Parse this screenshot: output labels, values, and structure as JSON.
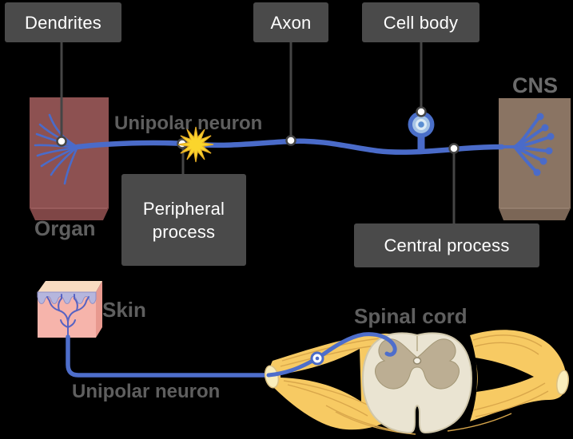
{
  "callouts": {
    "dendrites": "Dendrites",
    "axon": "Axon",
    "cell_body": "Cell body",
    "peripheral_process": "Peripheral process",
    "central_process": "Central process"
  },
  "labels": {
    "cns": "CNS",
    "organ": "Organ",
    "unipolar_neuron_top": "Unipolar neuron",
    "skin": "Skin",
    "spinal_cord": "Spinal cord",
    "unipolar_neuron_bottom": "Unipolar neuron"
  },
  "colors": {
    "background": "#000000",
    "callout_box_bg": "#4a4a4a",
    "callout_text": "#ffffff",
    "callout_line": "#454545",
    "label_text": "#5f5f5f",
    "neuron_blue": "#4a6bc9",
    "cell_body_ring": "#a6c4e6",
    "cell_body_core": "#dcebf5",
    "star_yellow": "#fbd52c",
    "organ_red": "#8d5151",
    "cns_brown": "#8a7463",
    "skin_pink": "#f6b4ab",
    "skin_epidermis": "#b6b6dd",
    "skin_top": "#f8dcc1",
    "nerve_yellow": "#f7ca63",
    "nerve_streak": "#d9a74b",
    "nerve_cut_face": "#faeebc",
    "cord_body": "#eae4d2",
    "cord_gray_matter": "#bcae93"
  }
}
